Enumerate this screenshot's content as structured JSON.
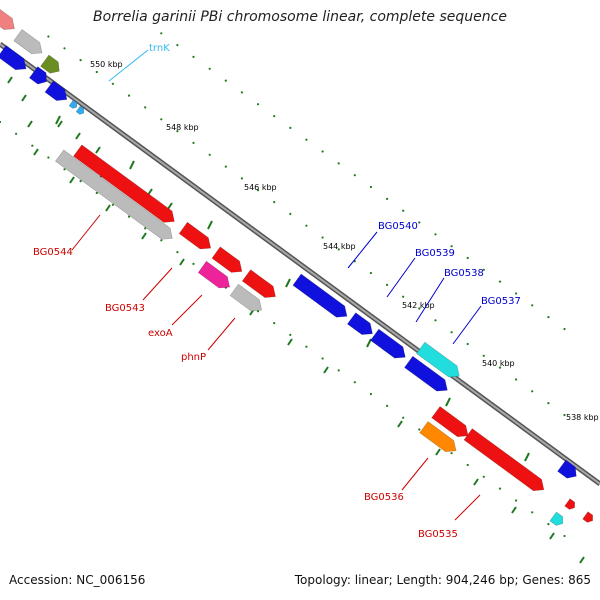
{
  "title": "Borrelia garinii PBi chromosome linear, complete sequence",
  "footer": {
    "accession": "Accession: NC_006156",
    "summary": "Topology: linear; Length: 904,246 bp; Genes: 865"
  },
  "colors": {
    "backbone": "#808080",
    "tick": "#1f7a1f",
    "gene_label_red": "#cc0000",
    "gene_label_blue": "#0000cc",
    "trna_label": "#33bbee"
  },
  "ticks": [
    {
      "label": "550 kbp"
    },
    {
      "label": "548 kbp"
    },
    {
      "label": "546 kbp"
    },
    {
      "label": "544 kbp"
    },
    {
      "label": "542 kbp"
    },
    {
      "label": "540 kbp"
    },
    {
      "label": "538 kbp"
    }
  ],
  "gene_labels": [
    {
      "text": "trnK",
      "color": "#33bbee"
    },
    {
      "text": "BG0544",
      "color": "#cc0000"
    },
    {
      "text": "BG0543",
      "color": "#cc0000"
    },
    {
      "text": "exoA",
      "color": "#cc0000"
    },
    {
      "text": "phnP",
      "color": "#cc0000"
    },
    {
      "text": "BG0540",
      "color": "#0000cc"
    },
    {
      "text": "BG0539",
      "color": "#0000cc"
    },
    {
      "text": "BG0538",
      "color": "#0000cc"
    },
    {
      "text": "BG0537",
      "color": "#0000cc"
    },
    {
      "text": "BG0536",
      "color": "#cc0000"
    },
    {
      "text": "BG0535",
      "color": "#cc0000"
    }
  ],
  "feature_colors": {
    "red": "#ee1111",
    "gray": "#bbbbbb",
    "blue": "#1111dd",
    "cyan": "#22dddd",
    "magenta": "#ee2299",
    "orange": "#ff8800",
    "olive": "#6b8e23",
    "salmon": "#f08080",
    "sky": "#33aaee"
  }
}
